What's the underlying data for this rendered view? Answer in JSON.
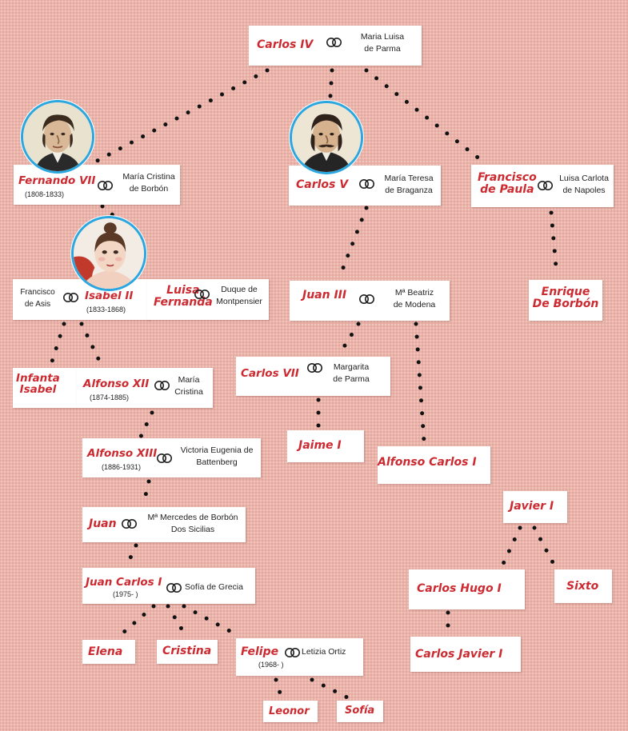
{
  "people": {
    "carlos_iv": {
      "name": "Carlos IV",
      "spouse_line1": "Maria Luisa",
      "spouse_line2": "de Parma"
    },
    "fernando_vii": {
      "name": "Fernando VII",
      "years": "(1808-1833)",
      "spouse_line1": "María Cristina",
      "spouse_line2": "de Borbón"
    },
    "carlos_v": {
      "name": "Carlos V",
      "spouse_line1": "María Teresa",
      "spouse_line2": "de Braganza"
    },
    "francisco_de_paula": {
      "name_line1": "Francisco",
      "name_line2": "de Paula",
      "spouse_line1": "Luisa Carlota",
      "spouse_line2": "de Napoles"
    },
    "isabel_ii": {
      "name": "Isabel II",
      "years": "(1833-1868)",
      "spouse_line1": "Francisco",
      "spouse_line2": "de Asis"
    },
    "luisa_fernanda": {
      "name_line1": "Luisa",
      "name_line2": "Fernanda",
      "spouse_line1": "Duque de",
      "spouse_line2": "Montpensier"
    },
    "juan_iii": {
      "name": "Juan III",
      "spouse_line1": "Mª Beatriz",
      "spouse_line2": "de Modena"
    },
    "enrique": {
      "name_line1": "Enrique",
      "name_line2": "De Borbón"
    },
    "infanta_isabel": {
      "name_line1": "Infanta",
      "name_line2": "Isabel"
    },
    "alfonso_xii": {
      "name": "Alfonso XII",
      "years": "(1874-1885)",
      "spouse_line1": "María",
      "spouse_line2": "Cristina"
    },
    "carlos_vii": {
      "name": "Carlos VII",
      "spouse_line1": "Margarita",
      "spouse_line2": "de Parma"
    },
    "alfonso_xiii": {
      "name": "Alfonso XIII",
      "years": "(1886-1931)",
      "spouse_line1": "Victoria Eugenia de",
      "spouse_line2": "Battenberg"
    },
    "jaime_i": {
      "name": "Jaime I"
    },
    "alfonso_carlos_i": {
      "name": "Alfonso Carlos I"
    },
    "juan": {
      "name": "Juan",
      "spouse_line1": "Mª Mercedes de Borbón",
      "spouse_line2": "Dos Sicilias"
    },
    "javier_i": {
      "name": "Javier I"
    },
    "juan_carlos_i": {
      "name": "Juan Carlos I",
      "years": "(1975-     )",
      "spouse": "Sofía de Grecia"
    },
    "carlos_hugo_i": {
      "name": "Carlos Hugo I"
    },
    "sixto": {
      "name": "Sixto"
    },
    "elena": {
      "name": "Elena"
    },
    "cristina": {
      "name": "Cristina"
    },
    "felipe": {
      "name": "Felipe",
      "years": "(1968-     )",
      "spouse": "Letizia Ortiz"
    },
    "carlos_javier_i": {
      "name": "Carlos Javier I"
    },
    "leonor": {
      "name": "Leonor"
    },
    "sofia": {
      "name": "Sofía"
    }
  },
  "colors": {
    "background": "#eab2a8",
    "name_text": "#cc2a30",
    "connector_dots": "#111111",
    "portrait_ring": "#2aa7e0"
  },
  "icons": {
    "marriage": "interlocked-rings-icon"
  }
}
